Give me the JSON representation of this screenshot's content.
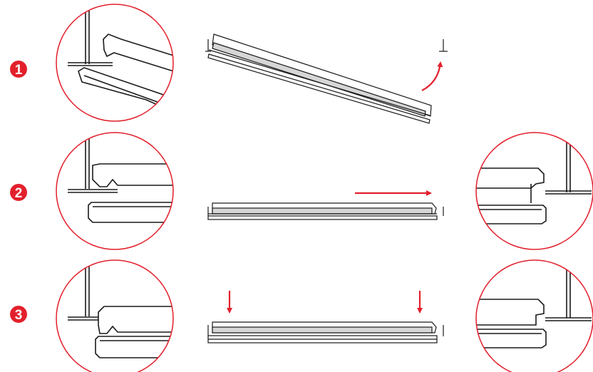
{
  "colors": {
    "accent": "#e2202c",
    "line": "#1a1a1a",
    "panel_face": "#d6d6d6",
    "background": "#ffffff"
  },
  "steps": [
    {
      "number": "1",
      "action": "tilt-up",
      "arrow": "red-curved-arrow-up",
      "detail_views": 1
    },
    {
      "number": "2",
      "action": "slide-right",
      "arrow": "red-arrow-right",
      "detail_views": 2
    },
    {
      "number": "3",
      "action": "drop-down",
      "arrow": "red-arrows-down",
      "detail_views": 2
    }
  ]
}
